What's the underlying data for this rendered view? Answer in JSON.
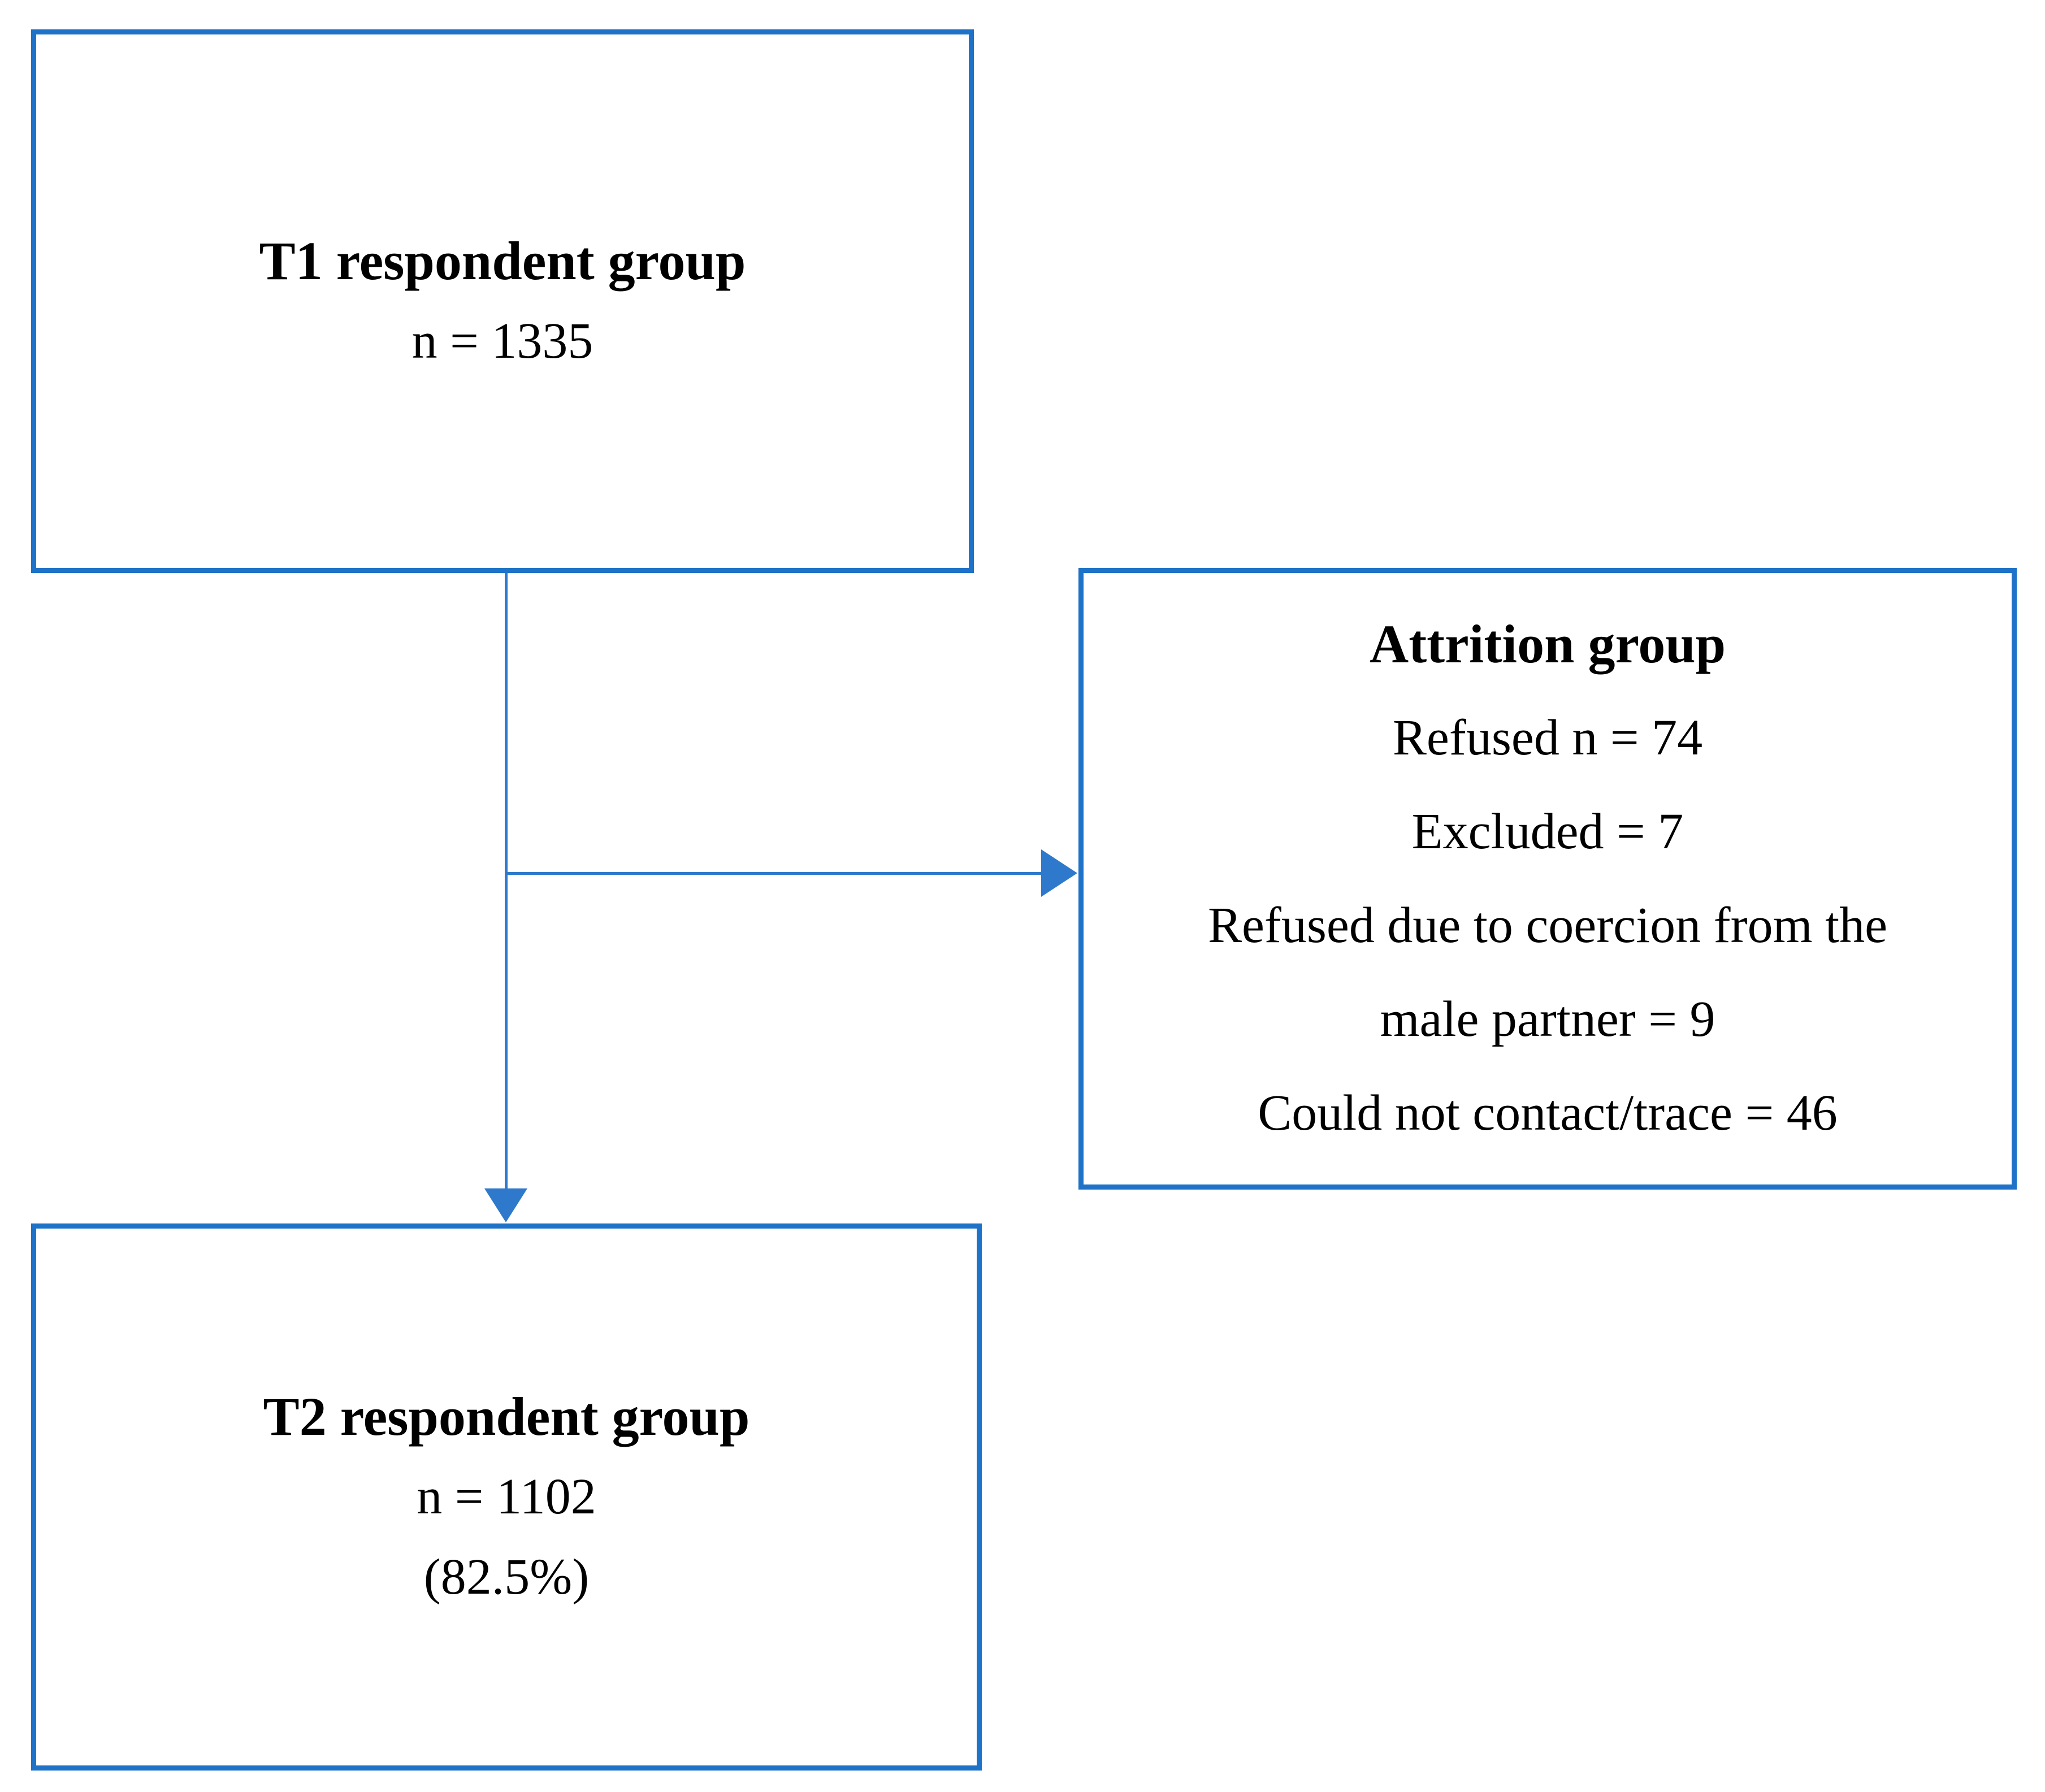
{
  "diagram": {
    "boxes": {
      "t1": {
        "title": "T1 respondent group",
        "count": "n = 1335"
      },
      "attrition": {
        "title": "Attrition group",
        "lines": [
          "Refused n = 74",
          "Excluded = 7",
          "Refused due to coercion from the",
          "male partner = 9",
          "Could not contact/trace = 46"
        ]
      },
      "t2": {
        "title": "T2 respondent group",
        "count": "n = 1102",
        "percent": "(82.5%)"
      }
    },
    "colors": {
      "box_border": "#1e73c8",
      "connector": "#2e79cb",
      "text": "#000000",
      "background": "#ffffff"
    }
  }
}
